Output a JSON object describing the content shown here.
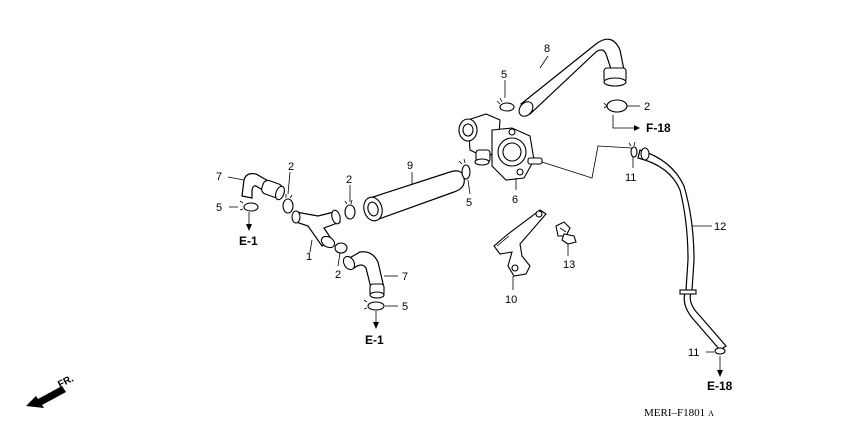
{
  "callouts": {
    "c1": "1",
    "c2a": "2",
    "c2b": "2",
    "c2c": "2",
    "c2d": "2",
    "c5a": "5",
    "c5b": "5",
    "c5c": "5",
    "c5d": "5",
    "c6": "6",
    "c7a": "7",
    "c7b": "7",
    "c8": "8",
    "c9": "9",
    "c10": "10",
    "c11a": "11",
    "c11b": "11",
    "c12": "12",
    "c13": "13"
  },
  "refs": {
    "e1_left": "E-1",
    "e1_bottom": "E-1",
    "f18": "F-18",
    "e18": "E-18"
  },
  "front_label": "FR.",
  "diagram_code": "MERI–F1801",
  "diagram_suffix": "A",
  "icons": {
    "front_arrow": "front-direction-arrow-icon"
  }
}
